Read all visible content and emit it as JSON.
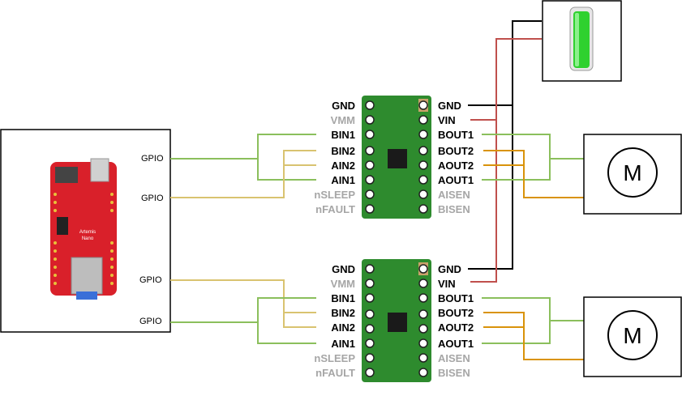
{
  "colors": {
    "green_wire": "#8bbf5c",
    "yellow_wire": "#d9c370",
    "orange_wire": "#d9930a",
    "red_wire": "#c0504d",
    "black_wire": "#000000",
    "pcb": "#2e8b2e",
    "pin_active": "#000000",
    "pin_inactive": "#a6a6a6",
    "battery": "#2fd12f",
    "mcu_board": "#d9202a"
  },
  "controller": {
    "gpio_labels": [
      "GPIO",
      "GPIO",
      "GPIO",
      "GPIO"
    ],
    "board_text": [
      "Artemis",
      "Nano"
    ]
  },
  "drivers": [
    {
      "left_pins": [
        "GND",
        "VMM",
        "BIN1",
        "BIN2",
        "AIN2",
        "AIN1",
        "nSLEEP",
        "nFAULT"
      ],
      "right_pins": [
        "GND",
        "VIN",
        "BOUT1",
        "BOUT2",
        "AOUT2",
        "AOUT1",
        "AISEN",
        "BISEN"
      ]
    },
    {
      "left_pins": [
        "GND",
        "VMM",
        "BIN1",
        "BIN2",
        "AIN2",
        "AIN1",
        "nSLEEP",
        "nFAULT"
      ],
      "right_pins": [
        "GND",
        "VIN",
        "BOUT1",
        "BOUT2",
        "AOUT2",
        "AOUT1",
        "AISEN",
        "BISEN"
      ]
    }
  ],
  "motors": [
    {
      "label": "M"
    },
    {
      "label": "M"
    }
  ],
  "battery": {
    "icon": "battery-icon"
  }
}
